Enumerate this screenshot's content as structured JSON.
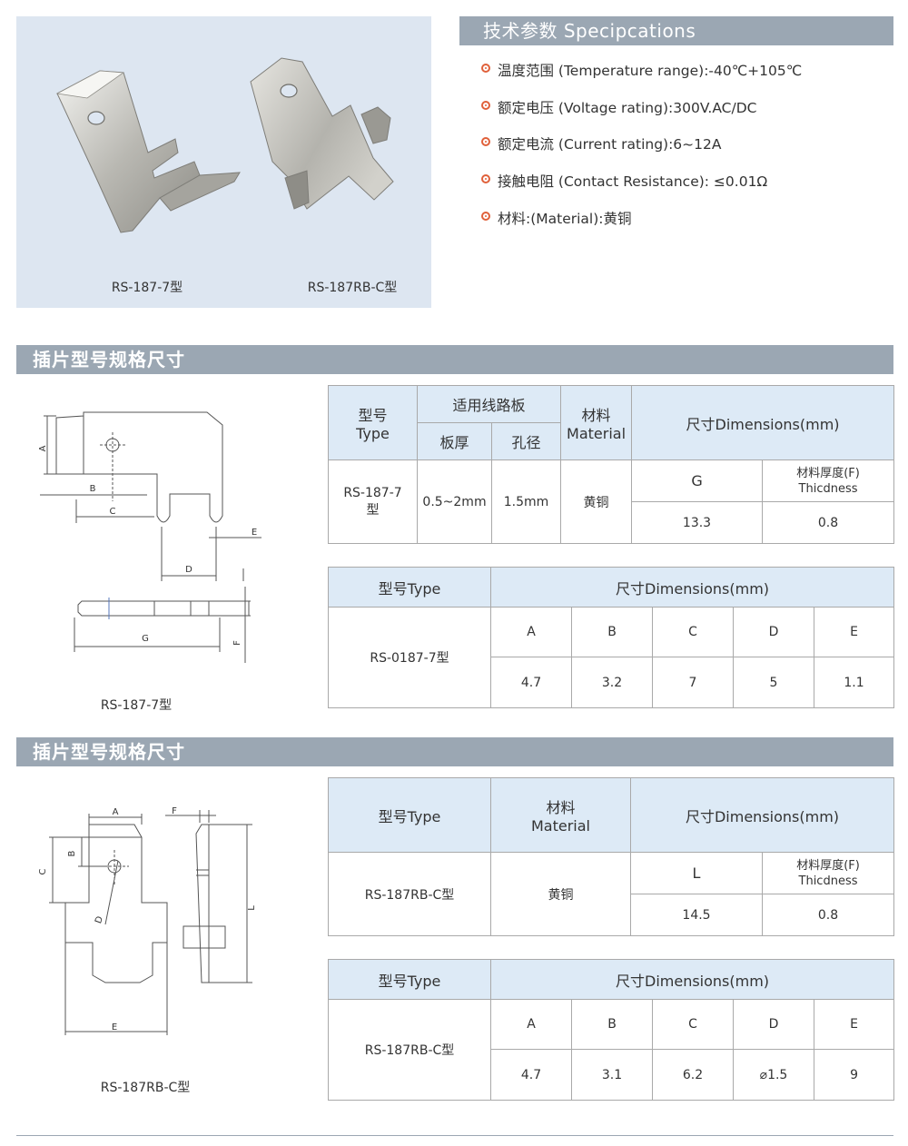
{
  "photos": {
    "left_caption": "RS-187-7型",
    "right_caption": "RS-187RB-C型"
  },
  "specs": {
    "title": "技术参数 Specipcations",
    "items": [
      "温度范围 (Temperature range):-40℃+105℃",
      "额定电压 (Voltage rating):300V.AC/DC",
      "额定电流 (Current rating):6~12A",
      "接触电阻 (Contact Resistance): ≤0.01Ω",
      "材料:(Material):黄铜"
    ]
  },
  "section1": {
    "title": "插片型号规格尺寸",
    "drawing_caption": "RS-187-7型",
    "drawing_labels": {
      "A": "A",
      "B": "B",
      "C": "C",
      "D": "D",
      "E": "E",
      "G": "G",
      "F": "F"
    },
    "table1": {
      "model_header": "型号\nType",
      "board_header": "适用线路板",
      "thickness_header": "板厚",
      "hole_header": "孔径",
      "material_header": "材料\nMaterial",
      "dims_header": "尺寸Dimensions(mm)",
      "g_header": "G",
      "f_header": "材料厚度(F)\nThicdness",
      "model": "RS-187-7\n型",
      "thickness": "0.5~2mm",
      "hole": "1.5mm",
      "material": "黄铜",
      "g_value": "13.3",
      "f_value": "0.8"
    },
    "table2": {
      "model_header": "型号Type",
      "dims_header": "尺寸Dimensions(mm)",
      "model": "RS-0187-7型",
      "cols": [
        "A",
        "B",
        "C",
        "D",
        "E"
      ],
      "values": [
        "4.7",
        "3.2",
        "7",
        "5",
        "1.1"
      ]
    }
  },
  "section2": {
    "title": "插片型号规格尺寸",
    "drawing_caption": "RS-187RB-C型",
    "drawing_labels": {
      "A": "A",
      "B": "B",
      "C": "C",
      "D": "D",
      "E": "E",
      "F": "F",
      "L": "L"
    },
    "table1": {
      "model_header": "型号Type",
      "material_header": "材料\nMaterial",
      "dims_header": "尺寸Dimensions(mm)",
      "l_header": "L",
      "f_header": "材料厚度(F)\nThicdness",
      "model": "RS-187RB-C型",
      "material": "黄铜",
      "l_value": "14.5",
      "f_value": "0.8"
    },
    "table2": {
      "model_header": "型号Type",
      "dims_header": "尺寸Dimensions(mm)",
      "model": "RS-187RB-C型",
      "cols": [
        "A",
        "B",
        "C",
        "D",
        "E"
      ],
      "values": [
        "4.7",
        "3.1",
        "6.2",
        "⌀1.5",
        "9"
      ]
    }
  },
  "colors": {
    "header_bar": "#9ba7b3",
    "photo_bg": "#dde6f1",
    "table_header": "#ddeaf6",
    "bullet": "#e0603a"
  }
}
